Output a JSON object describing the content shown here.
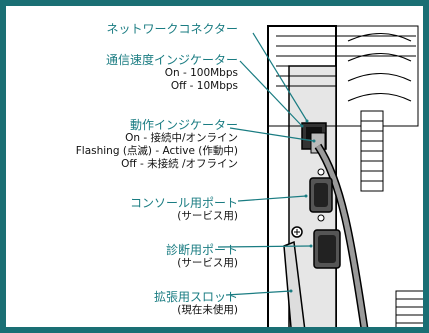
{
  "colors": {
    "frame": "#1a6f74",
    "label": "#1a7c82",
    "leader": "#1a7c82",
    "hardware": "#000000",
    "cable": "#9a9a9a",
    "panel": "#d9d9d9"
  },
  "callouts": [
    {
      "label": "ネットワークコネクター",
      "lines": []
    },
    {
      "label": "通信速度インジケーター",
      "lines": [
        "On - 100Mbps",
        "Off - 10Mbps"
      ]
    },
    {
      "label": "動作インジケーター",
      "lines": [
        "On - 接続中/オンライン",
        "Flashing (点滅) - Active (作動中)",
        "Off - 未接続 /オフライン"
      ]
    },
    {
      "label": "コンソール用ポート",
      "lines": [
        "(サービス用)"
      ]
    },
    {
      "label": "診断用ポート",
      "lines": [
        "(サービス用)"
      ]
    },
    {
      "label": "拡張用スロット",
      "lines": [
        "(現在未使用)"
      ]
    }
  ]
}
